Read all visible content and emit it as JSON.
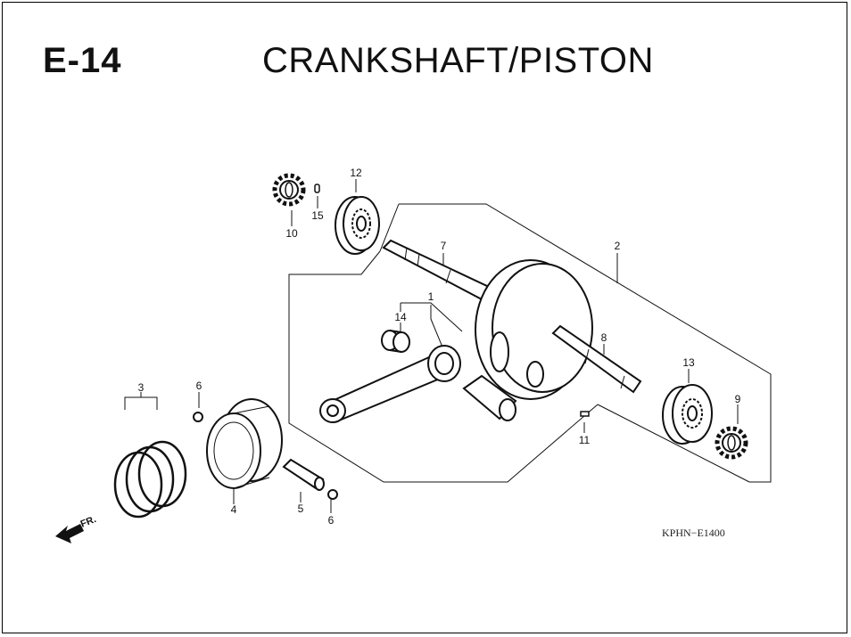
{
  "header": {
    "code": "E-14",
    "title": "CRANKSHAFT/PISTON"
  },
  "reference_code": "KPHN−E1400",
  "direction_label": "FR.",
  "callouts": [
    "1",
    "2",
    "3",
    "4",
    "5",
    "6",
    "6",
    "7",
    "8",
    "9",
    "10",
    "11",
    "12",
    "13",
    "14",
    "15"
  ]
}
